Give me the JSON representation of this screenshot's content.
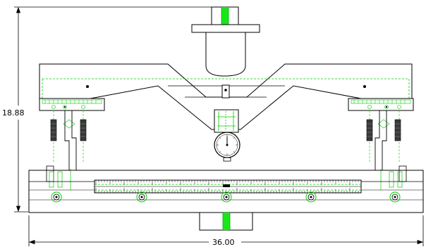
{
  "dimensions": {
    "height_label": "18.88",
    "width_label": "36.00"
  },
  "colors": {
    "line": "#000000",
    "hidden_line": "#00cc00",
    "accent_fill": "#19e619",
    "spring_fill": "#3a3a3a",
    "background": "#ffffff"
  },
  "components": {
    "top_load_cell": "green-striped-load-post",
    "upper_fixture": "inverted-v-loading-beam",
    "base": "lower-base-beam",
    "dial_indicator": "round-dial-gauge",
    "left_arm": "left-adjustable-arm-with-springs",
    "right_arm": "right-adjustable-arm-with-springs",
    "scale": "graduated-ruler-scale",
    "bottom_post": "green-striped-bottom-post"
  }
}
